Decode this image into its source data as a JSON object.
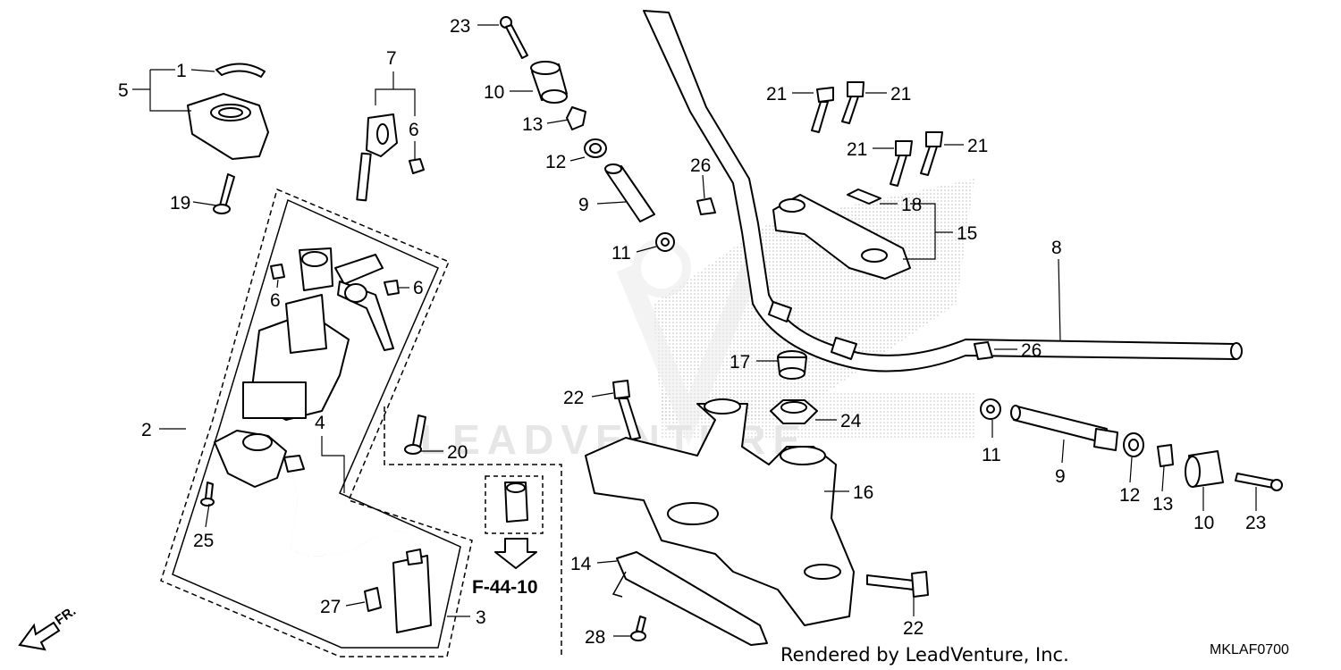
{
  "diagram": {
    "watermark_text": "LEADVENTURE",
    "reference_label": "F-44-10",
    "direction_label": "FR.",
    "diagram_code": "MKLAF0700",
    "credit": "Rendered by LeadVenture, Inc."
  },
  "callouts": [
    {
      "id": "c1",
      "label": "1"
    },
    {
      "id": "c5",
      "label": "5"
    },
    {
      "id": "c19",
      "label": "19"
    },
    {
      "id": "c7",
      "label": "7"
    },
    {
      "id": "c6a",
      "label": "6"
    },
    {
      "id": "c6b",
      "label": "6"
    },
    {
      "id": "c6c",
      "label": "6"
    },
    {
      "id": "c2",
      "label": "2"
    },
    {
      "id": "c4",
      "label": "4"
    },
    {
      "id": "c20",
      "label": "20"
    },
    {
      "id": "c25",
      "label": "25"
    },
    {
      "id": "c27",
      "label": "27"
    },
    {
      "id": "c3",
      "label": "3"
    },
    {
      "id": "c23a",
      "label": "23"
    },
    {
      "id": "c10a",
      "label": "10"
    },
    {
      "id": "c13a",
      "label": "13"
    },
    {
      "id": "c12a",
      "label": "12"
    },
    {
      "id": "c9a",
      "label": "9"
    },
    {
      "id": "c11a",
      "label": "11"
    },
    {
      "id": "c26a",
      "label": "26"
    },
    {
      "id": "c21a",
      "label": "21"
    },
    {
      "id": "c21b",
      "label": "21"
    },
    {
      "id": "c21c",
      "label": "21"
    },
    {
      "id": "c21d",
      "label": "21"
    },
    {
      "id": "c18",
      "label": "18"
    },
    {
      "id": "c15",
      "label": "15"
    },
    {
      "id": "c8",
      "label": "8"
    },
    {
      "id": "c26b",
      "label": "26"
    },
    {
      "id": "c17",
      "label": "17"
    },
    {
      "id": "c22a",
      "label": "22"
    },
    {
      "id": "c24",
      "label": "24"
    },
    {
      "id": "c16",
      "label": "16"
    },
    {
      "id": "c14",
      "label": "14"
    },
    {
      "id": "c28",
      "label": "28"
    },
    {
      "id": "c22b",
      "label": "22"
    },
    {
      "id": "c11b",
      "label": "11"
    },
    {
      "id": "c9b",
      "label": "9"
    },
    {
      "id": "c12b",
      "label": "12"
    },
    {
      "id": "c13b",
      "label": "13"
    },
    {
      "id": "c10b",
      "label": "10"
    },
    {
      "id": "c23b",
      "label": "23"
    }
  ]
}
